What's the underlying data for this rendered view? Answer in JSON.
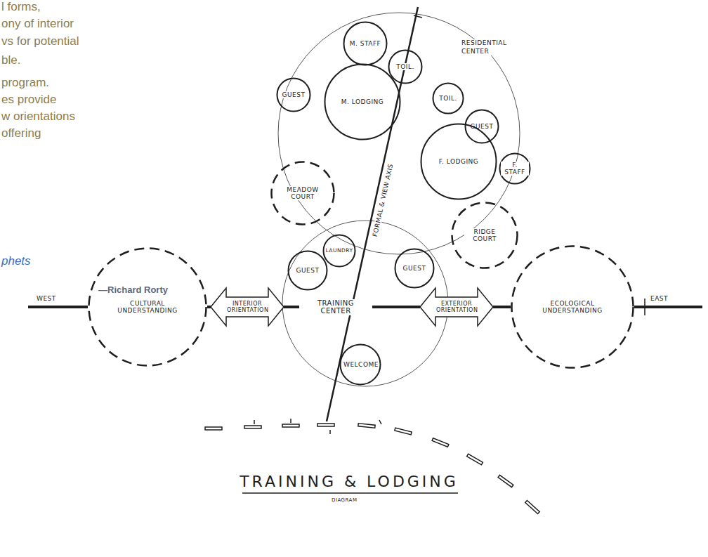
{
  "diagram": {
    "title": "TRAINING & LODGING",
    "nodes": [
      {
        "text": [
          "M. STAFF"
        ]
      },
      {
        "text": [
          "TOIL."
        ]
      },
      {
        "text": [
          "GUEST"
        ]
      },
      {
        "text": [
          "M. LODGING"
        ]
      },
      {
        "text": [
          "TOIL."
        ]
      },
      {
        "text": [
          "GUEST"
        ]
      },
      {
        "text": [
          "F. LODGING"
        ]
      },
      {
        "text": [
          "F. STAFF"
        ]
      },
      {
        "text": [
          "MEADOW COURT"
        ]
      },
      {
        "text": [
          "RIDGE COURT"
        ]
      },
      {
        "text": [
          "LAUNDRY"
        ]
      },
      {
        "text": [
          "GUEST"
        ]
      },
      {
        "text": [
          "GUEST"
        ]
      },
      {
        "text": [
          "CULTURAL UNDERSTANDING"
        ]
      },
      {
        "text": [
          "INTERIOR ORIENTATION"
        ]
      },
      {
        "text": [
          "TRAINING CENTER"
        ]
      },
      {
        "text": [
          "EXTERIOR ORIENTATION"
        ]
      },
      {
        "text": [
          "ECOLOGICAL UNDERSTANDING"
        ]
      },
      {
        "text": [
          "WELCOME"
        ]
      }
    ],
    "edges": [
      {
        "from": 13,
        "to": 14,
        "arrow": "none"
      },
      {
        "from": 14,
        "to": 15,
        "arrow": "none"
      },
      {
        "from": 15,
        "to": 16,
        "arrow": "none"
      },
      {
        "from": 16,
        "to": 17,
        "arrow": "none"
      }
    ],
    "labels": [
      "l forms,",
      "ony of interior",
      "vs for potential",
      "ble.",
      "program.",
      "es provide",
      "w orientations",
      "offering",
      "phets",
      "—Richard Rorty",
      "RESIDENTIAL CENTER",
      "FORMAL & VIEW AXIS",
      "WEST",
      "EAST",
      "DIAGRAM"
    ]
  }
}
